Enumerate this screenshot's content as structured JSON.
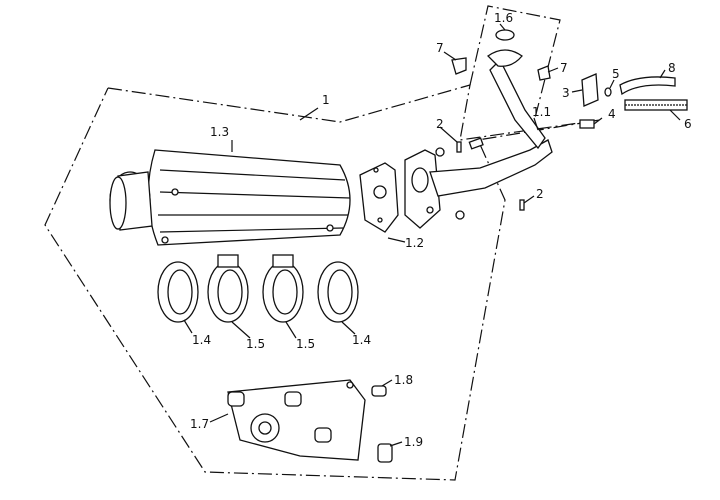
{
  "labels": {
    "l1": "1",
    "l1_1": "1.1",
    "l1_2": "1.2",
    "l1_3": "1.3",
    "l1_4a": "1.4",
    "l1_4b": "1.4",
    "l1_5a": "1.5",
    "l1_5b": "1.5",
    "l1_6": "1.6",
    "l1_7": "1.7",
    "l1_8": "1.8",
    "l1_9": "1.9",
    "l2a": "2",
    "l2b": "2",
    "l3": "3",
    "l4": "4",
    "l5": "5",
    "l6": "6",
    "l7a": "7",
    "l7b": "7",
    "l8": "8"
  },
  "icons": {
    "muffler": "muffler-icon",
    "pipe": "exhaust-pipe-icon",
    "gasket": "gasket-icon",
    "bracket": "mounting-bracket-icon",
    "clamp": "clamp-icon"
  }
}
